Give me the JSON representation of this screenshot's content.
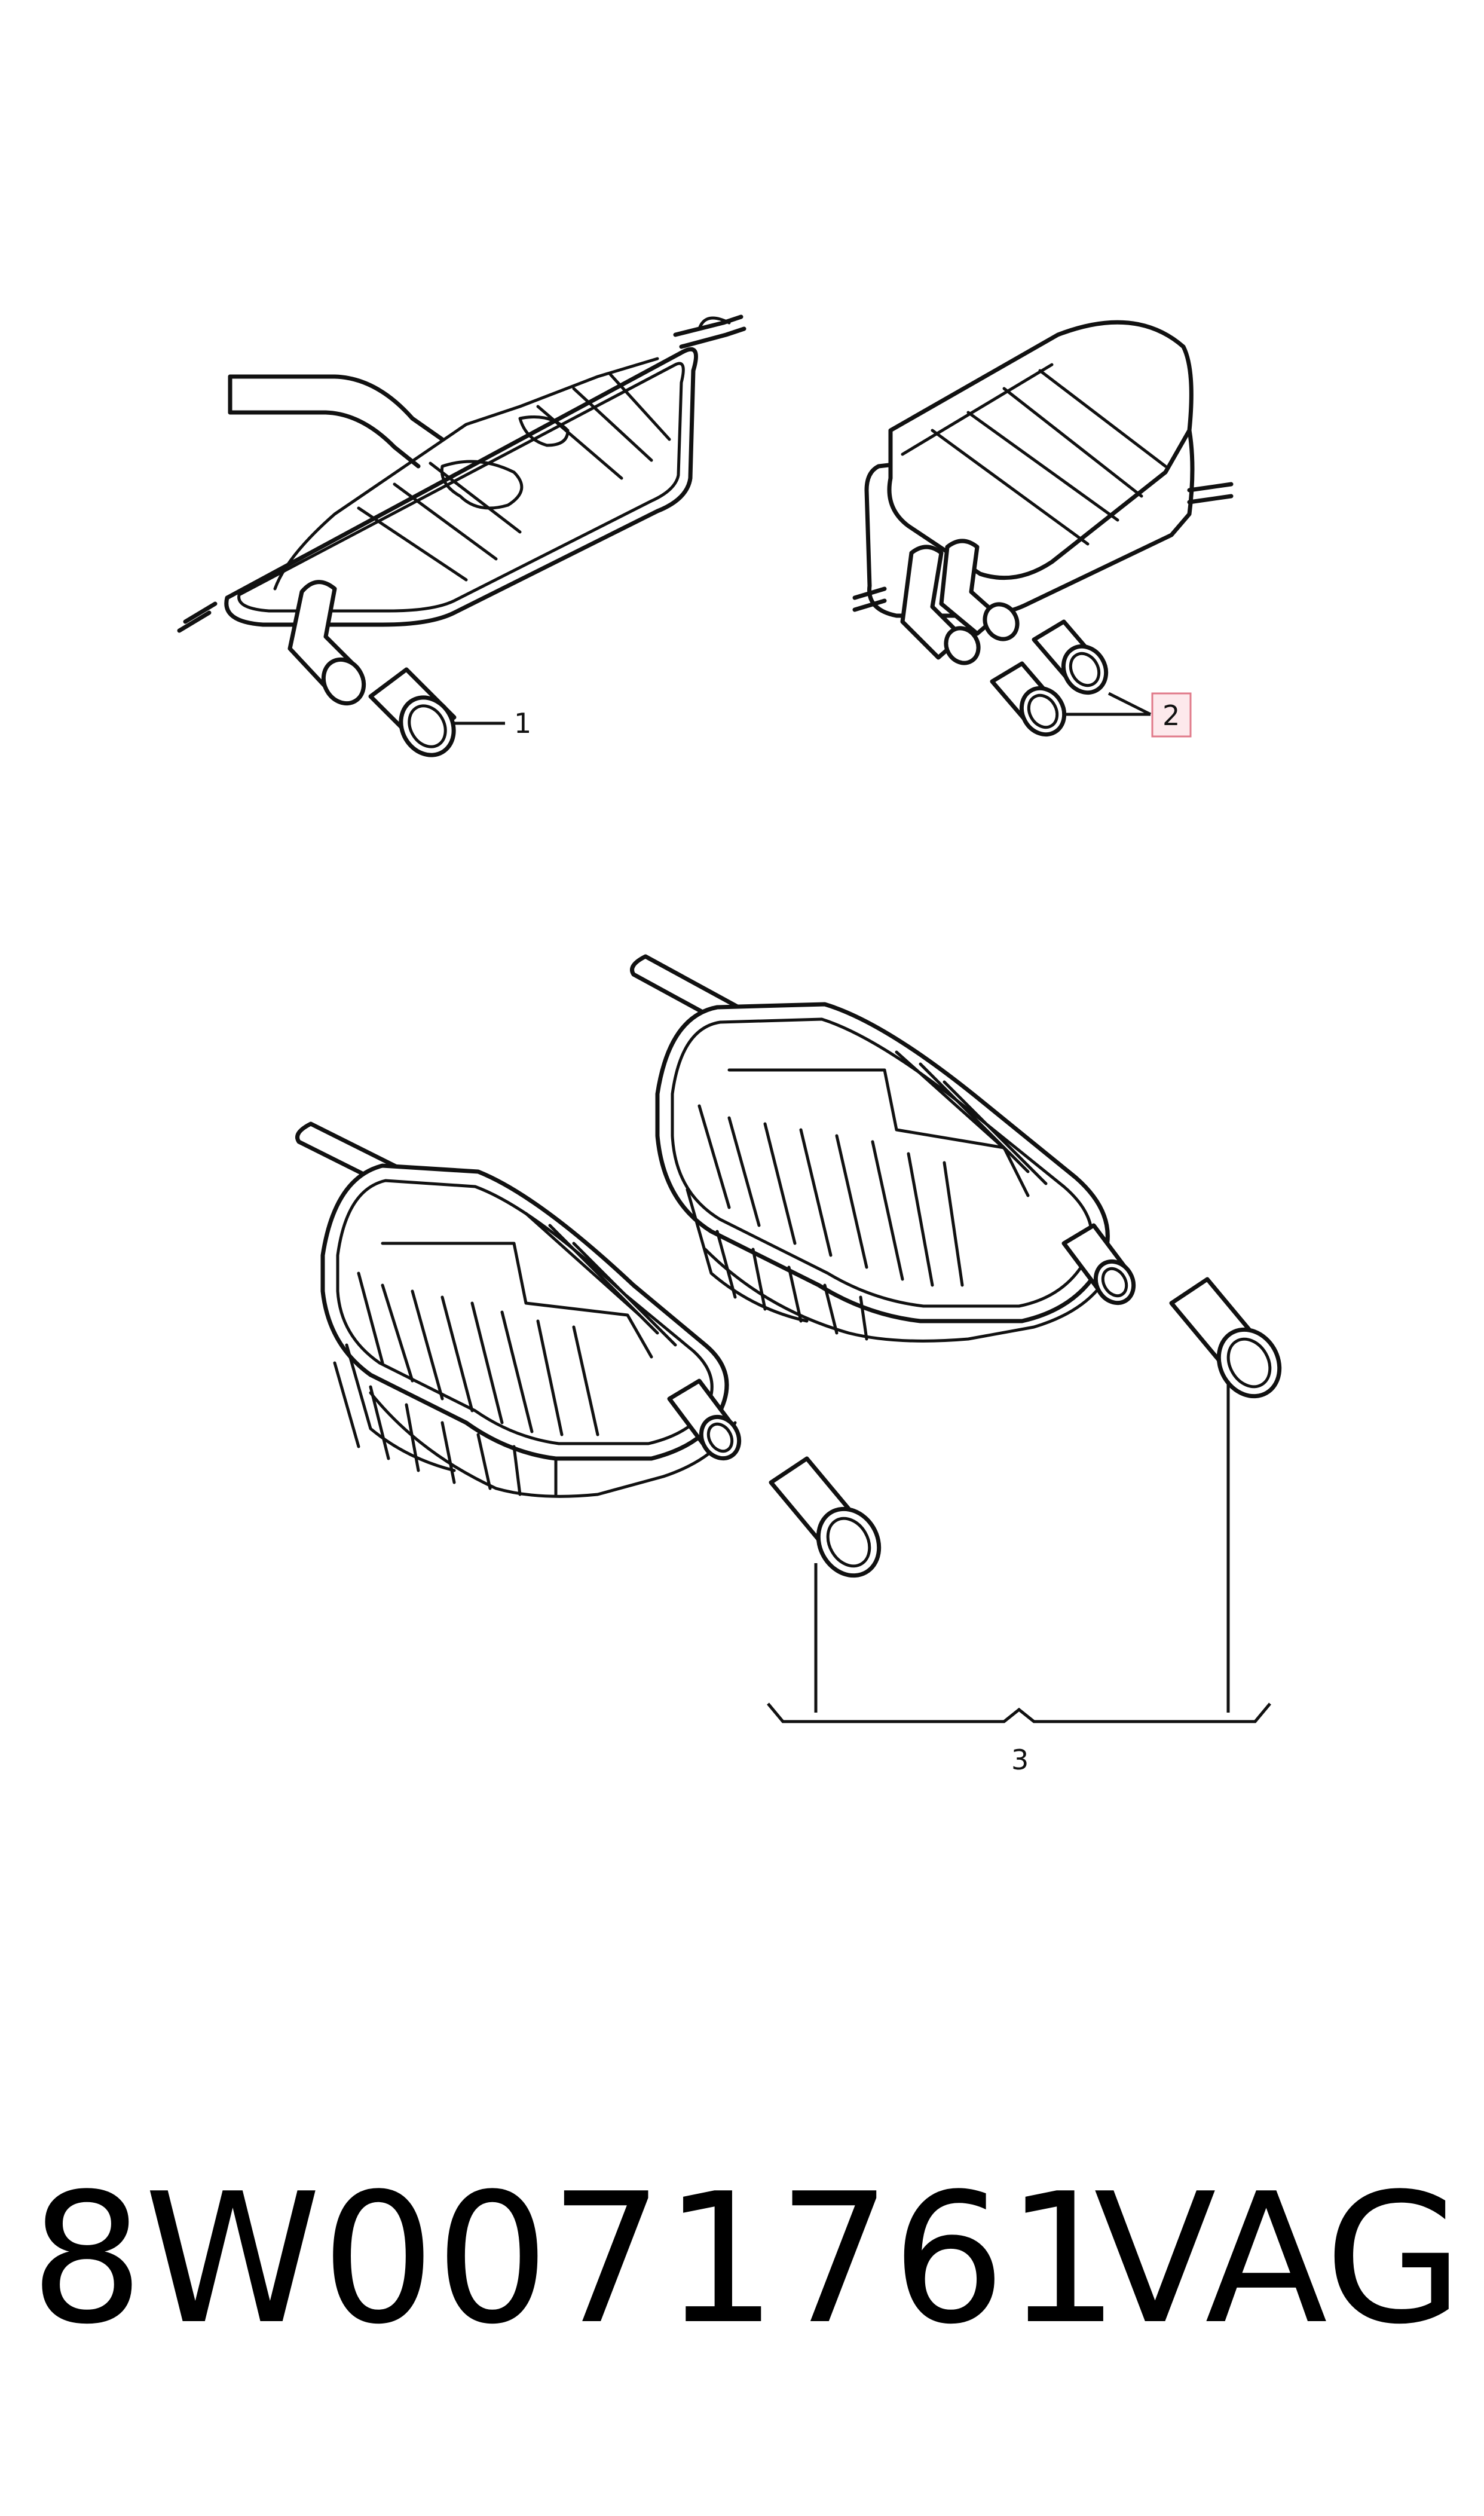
{
  "callouts": [
    {
      "id": "1",
      "label": "1",
      "highlighted": false
    },
    {
      "id": "2",
      "label": "2",
      "highlighted": true
    },
    {
      "id": "3",
      "label": "3",
      "highlighted": false
    }
  ],
  "footer": {
    "part_number": "8W0071761",
    "brand": "VAG"
  },
  "colors": {
    "line": "#111111",
    "highlight_fill": "#fde9ec",
    "highlight_stroke": "#e07a8a"
  }
}
